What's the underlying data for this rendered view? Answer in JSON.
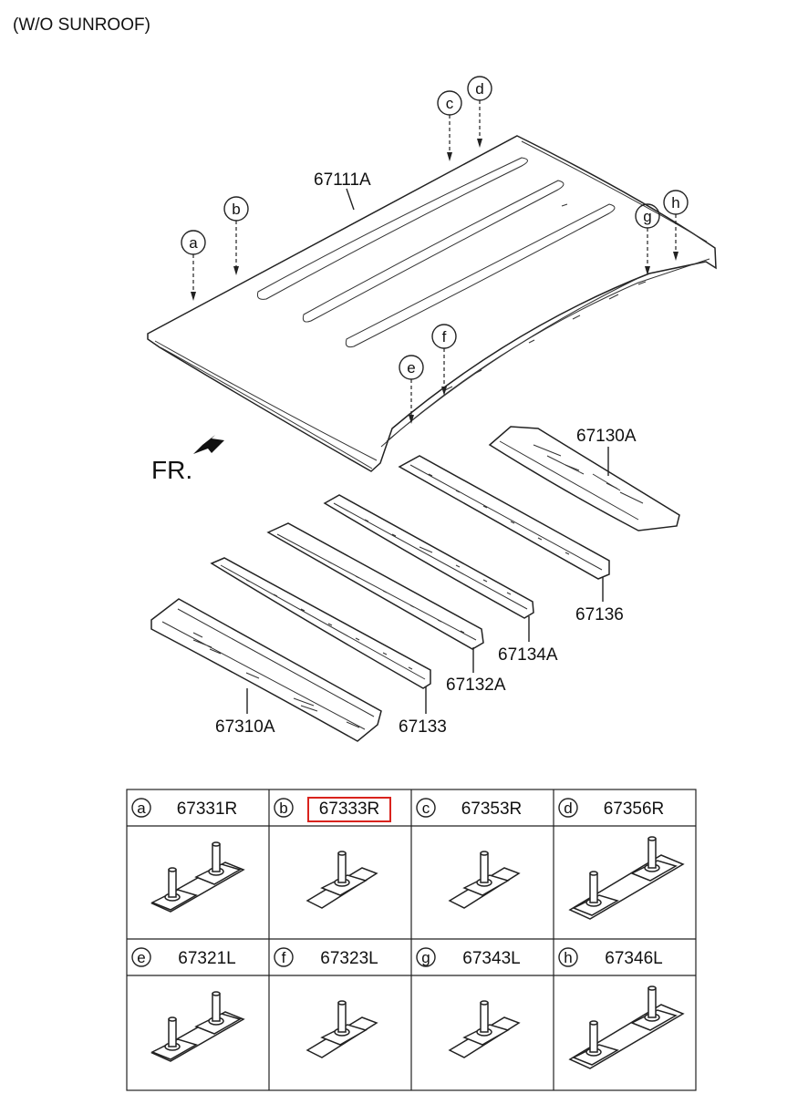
{
  "title": "(W/O SUNROOF)",
  "front_label": "FR.",
  "main_parts": {
    "roof_panel": "67111A",
    "rail_rear": "67130A",
    "rail_67136": "67136",
    "rail_67134A": "67134A",
    "rail_67132A": "67132A",
    "rail_67133": "67133",
    "rail_front": "67310A"
  },
  "callouts": [
    "a",
    "b",
    "c",
    "d",
    "e",
    "f",
    "g",
    "h"
  ],
  "table": {
    "cells": [
      {
        "letter": "a",
        "part": "67331R",
        "highlighted": false
      },
      {
        "letter": "b",
        "part": "67333R",
        "highlighted": true
      },
      {
        "letter": "c",
        "part": "67353R",
        "highlighted": false
      },
      {
        "letter": "d",
        "part": "67356R",
        "highlighted": false
      },
      {
        "letter": "e",
        "part": "67321L",
        "highlighted": false
      },
      {
        "letter": "f",
        "part": "67323L",
        "highlighted": false
      },
      {
        "letter": "g",
        "part": "67343L",
        "highlighted": false
      },
      {
        "letter": "h",
        "part": "67346L",
        "highlighted": false
      }
    ],
    "highlight_color": "#d9231d"
  }
}
